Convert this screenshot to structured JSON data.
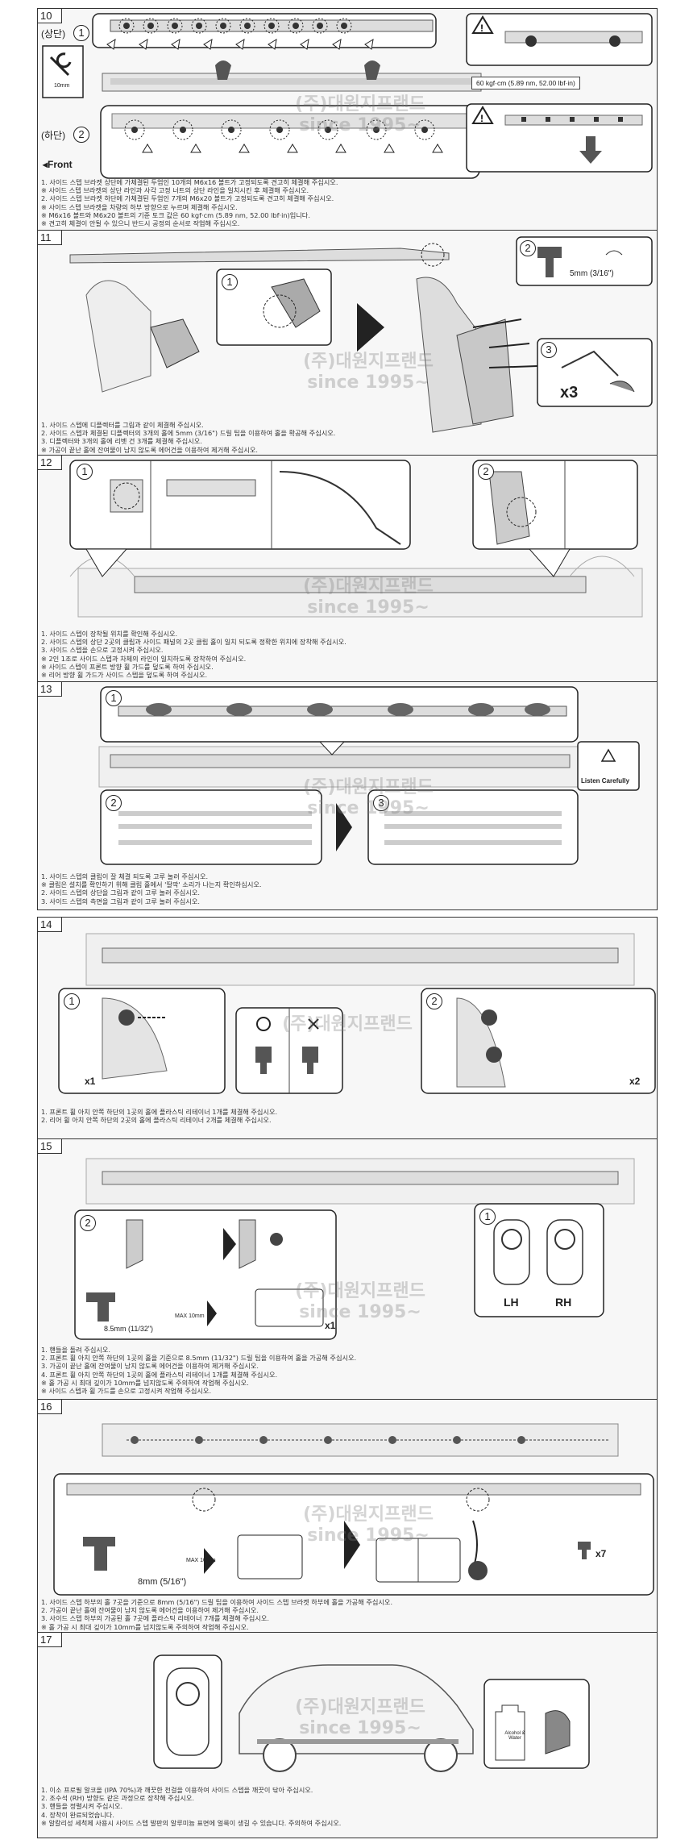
{
  "steps": [
    {
      "number": "10",
      "labels": {
        "upper": "(상단)",
        "upper_num": "1",
        "lower": "(하단)",
        "lower_num": "2",
        "front": "◂Front",
        "wrench": "10mm",
        "torque": "60 kgf·cm (5.89 nm, 52.00 lbf·in)"
      },
      "notes": [
        "1. 사이드 스텝 브라켓 상단에 가체결된 두엄인 10개의 M6x16 볼트가 고정되도록 견고히 체결해 주십시오.",
        "※ 사이드 스텝 브라켓의 상단 라인과 사각 고정 너트의 상단 라인을 일치시킨 후 체결해 주십시오.",
        "2. 사이드 스텝 브라켓 하단에 가체결된 두엄인 7개의 M6x20 볼트가 고정되도록 견고히 체결해 주십시오.",
        "※ 사이드 스텝 브라켓을 차량의 하부 방향으로 누르며 체결해 주십시오.",
        "※ M6x16 볼트와 M6x20 볼트의 기준 토크 값은 60 kgf·cm (5.89 nm, 52.00 lbf·in)입니다.",
        "※ 견고히 체결이 안될 수 있으니 반드시 공정의 순서로 작업해 주십시오."
      ]
    },
    {
      "number": "11",
      "labels": {
        "n1": "1",
        "n2": "2",
        "n3": "3",
        "drill": "5mm (3/16\")",
        "x3": "x3"
      },
      "notes": [
        "1. 사이드 스텝에 디플렉터를 그림과 같이 체결해 주십시오.",
        "2. 사이드 스텝과 체결된 디플렉터의 3개의 홀에 5mm (3/16\") 드릴 팁을 이용하여 홀을 확공해 주십시오.",
        "3. 디플렉터와 3개의 홀에 리벳 건 3개를 체결해 주십시오.",
        "※ 가공이 끝난 홀에 잔여물이 남지 않도록 에어건을 이용하여 제거해 주십시오."
      ]
    },
    {
      "number": "12",
      "labels": {
        "n1": "1",
        "n2": "2"
      },
      "notes": [
        "1. 사이드 스텝이 장착될 위치를 확인해 주십시오.",
        "2. 사이드 스텝의 상단 2곳의 클립과 사이드 패널의 2곳 클립 홀이 일치 되도록 정확한 위치에 장착해 주십시오.",
        "3. 사이드 스텝을 손으로 고정시켜 주십시오.",
        "※ 2인 1조로 사이드 스텝과 차체의 라인이 일치하도록 장착하여 주십시오.",
        "※ 사이드 스텝이 프론트 방향 휠 가드를 덮도록 하여 주십시오.",
        "※ 리어 방향 휠 가드가 사이드 스텝을 덮도록 하여 주십시오."
      ]
    },
    {
      "number": "13",
      "labels": {
        "n1": "1",
        "n2": "2",
        "n3": "3",
        "listen": "Listen Carefully"
      },
      "notes": [
        "1. 사이드 스텝의 클립이 잘 체결 되도록 고루 눌러 주십시오.",
        "※ 클립은 설치를 확인하기 위해 클립 홀에서 '딸깍' 소리가 나는지 확인하십시오.",
        "2. 사이드 스텝의 상단을 그림과 같이 고루 눌러 주십시오.",
        "3. 사이드 스텝의 측면을 그림과 같이 고루 눌러 주십시오."
      ]
    },
    {
      "number": "14",
      "labels": {
        "n1": "1",
        "n2": "2",
        "x1": "x1",
        "x2": "x2"
      },
      "notes": [
        "1. 프론트 휠 아치 안쪽 하단의 1곳의 홀에 플라스틱 리테이너 1개를 체결해 주십시오.",
        "2. 리어 휠 아치 안쪽 하단의 2곳의 홀에 플라스틱 리테이너 2개를 체결해 주십시오."
      ]
    },
    {
      "number": "15",
      "labels": {
        "n1": "1",
        "n2": "2",
        "drill": "8.5mm (11/32\")",
        "max": "MAX 10mm",
        "x1": "x1",
        "lh": "LH",
        "rh": "RH"
      },
      "notes": [
        "1. 핸들을 돌려 주십시오.",
        "2. 프론트 휠 아치 안쪽 하단의 1곳의 홀을 기준으로 8.5mm (11/32\") 드릴 팁을 이용하여 홀을 가공해 주십시오.",
        "3. 가공이 끝난 홀에 잔여물이 남지 않도록 에어건을 이용하여 제거해 주십시오.",
        "4. 프론트 휠 아치 안쪽 하단의 1곳의 홀에 플라스틱 리테이너 1개를 체결해 주십시오.",
        "※ 홀 가공 시 최대 깊이가 10mm를 넘지않도록 주의하여 작업해 주십시오.",
        "※ 사이드 스텝과 휠 가드를 손으로 고정시켜 작업해 주십시오."
      ]
    },
    {
      "number": "16",
      "labels": {
        "drill": "8mm (5/16\")",
        "max": "MAX 10mm",
        "x7": "x7"
      },
      "notes": [
        "1. 사이드 스텝 하부의 홀 7곳을 기준으로 8mm (5/16\") 드릴 팁을 이용하여 사이드 스텝 브라켓 하부에 홀을 가공해 주십시오.",
        "2. 가공이 끝난 홀에 잔여물이 남지 않도록 에어건을 이용하여 제거해 주십시오.",
        "3. 사이드 스텝 하부의 가공된 홀 7곳에 플라스틱 리테이너 7개를 체결해 주십시오.",
        "※ 홀 가공 시 최대 깊이가 10mm를 넘지않도록 주의하여 작업해 주십시오."
      ]
    },
    {
      "number": "17",
      "labels": {
        "bottle": "Alcohol & Water"
      },
      "notes": [
        "1. 이소 프로필 알코올 (IPA 70%)과 깨끗한 천걸을 이용하여 사이드 스텝을 깨끗이 닦아 주십시오.",
        "2. 조수석 (RH) 방향도 같은 과정으로 장착해 주십시오.",
        "3. 핸들을 정렬시켜 주십시오.",
        "4. 장착이 완료되었습니다.",
        "※ 알칼리성 세척제 사용시 사이드 스텝 발판의 알루미늄 표면에 얼룩이 생길 수 있습니다. 주의하여 주십시오."
      ]
    }
  ],
  "watermark": {
    "line1": "(주)대원지프랜드",
    "line2": "since 1995~"
  }
}
